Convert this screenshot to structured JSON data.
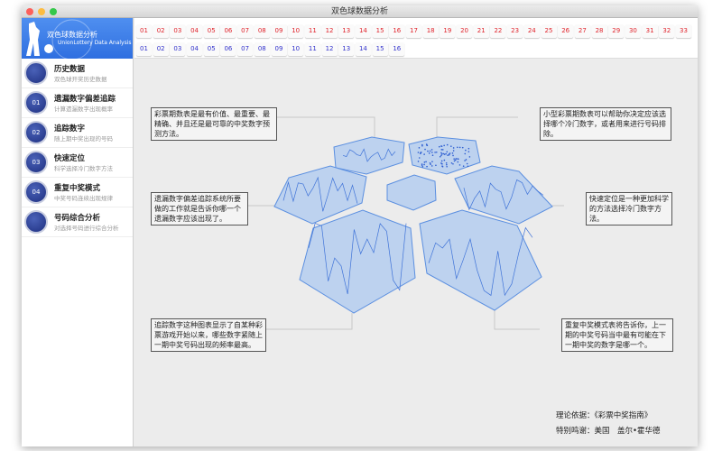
{
  "window": {
    "title": "双色球数据分析"
  },
  "sidebar": {
    "title": "双色球数据分析",
    "subtitle": "UnionLottery Data Analysis",
    "items": [
      {
        "name": "历史数据",
        "desc": "双色球开奖历史数据",
        "icon": "clock-icon",
        "badge": ""
      },
      {
        "name": "遗漏数字偏差追踪",
        "desc": "计算遗漏数字出现概率",
        "icon": "magnifier-icon",
        "badge": "01"
      },
      {
        "name": "追踪数字",
        "desc": "随上期中奖出现的号码",
        "icon": "target-icon",
        "badge": "02"
      },
      {
        "name": "快速定位",
        "desc": "科学选择冷门数字方法",
        "icon": "network-icon",
        "badge": "03"
      },
      {
        "name": "重复中奖模式",
        "desc": "中奖号码连续出现规律",
        "icon": "grid-icon",
        "badge": "04"
      },
      {
        "name": "号码综合分析",
        "desc": "对选择号码进行综合分析",
        "icon": "fingerprint-icon",
        "badge": ""
      }
    ]
  },
  "red_numbers": [
    "01",
    "02",
    "03",
    "04",
    "05",
    "06",
    "07",
    "08",
    "09",
    "10",
    "11",
    "12",
    "13",
    "14",
    "15",
    "16",
    "17",
    "18",
    "19",
    "20",
    "21",
    "22",
    "23",
    "24",
    "25",
    "26",
    "27",
    "28",
    "29",
    "30",
    "31",
    "32",
    "33"
  ],
  "blue_numbers": [
    "01",
    "02",
    "03",
    "04",
    "05",
    "06",
    "07",
    "08",
    "09",
    "10",
    "11",
    "12",
    "13",
    "14",
    "15",
    "16"
  ],
  "callouts": [
    "彩票期数表是最有价值、最重要、最精确、并且还是最可靠的中奖数字预测方法。",
    "小型彩票期数表可以帮助你决定应该选择哪个冷门数字，或者用来进行号码排除。",
    "遗漏数字偏差追踪系统所要做的工作就是告诉你哪一个遗漏数字应该出现了。",
    "快速定位是一种更加科学的方法选择冷门数字方法。",
    "追踪数字这种图表显示了自某种彩票游戏开始以来，哪些数字紧随上一期中奖号码出现的频率最高。",
    "重复中奖模式表将告诉你，上一期的中奖号码当中最有可能在下一期中奖的数字是哪一个。"
  ],
  "credits": {
    "basis": "理论依据：《彩票中奖指南》",
    "thanks": "特别鸣谢：美国　盖尔•霍华德"
  },
  "colors": {
    "accent": "#3a7ce6",
    "red": "#e0242c",
    "blue": "#3333cc",
    "hex_fill": "#b8cff0",
    "hex_stroke": "#5b8fe0"
  }
}
